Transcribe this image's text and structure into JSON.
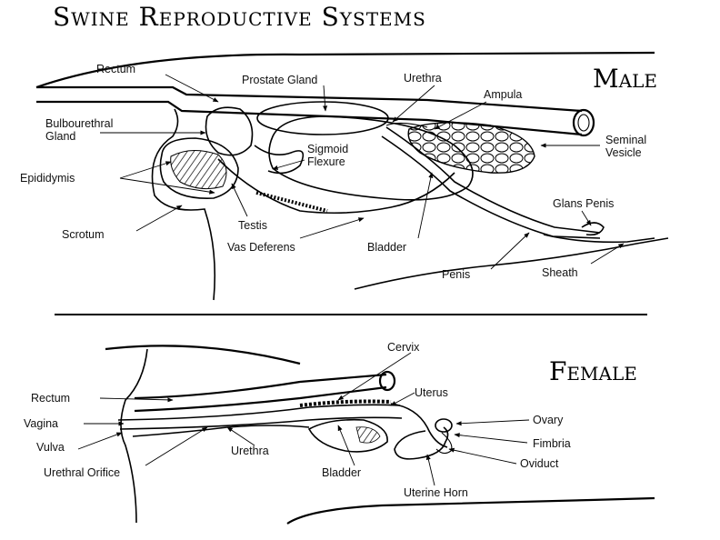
{
  "title": "Swine Reproductive Systems",
  "male": {
    "heading": "Male",
    "labels": {
      "rectum": "Rectum",
      "prostate": "Prostate Gland",
      "urethra": "Urethra",
      "ampula": "Ampula",
      "bulbourethral_1": "Bulbourethral",
      "bulbourethral_2": "Gland",
      "sigmoid_1": "Sigmoid",
      "sigmoid_2": "Flexure",
      "seminal_1": "Seminal",
      "seminal_2": "Vesicle",
      "epididymis": "Epididymis",
      "glans": "Glans Penis",
      "testis": "Testis",
      "scrotum": "Scrotum",
      "vas": "Vas Deferens",
      "bladder": "Bladder",
      "penis": "Penis",
      "sheath": "Sheath"
    }
  },
  "female": {
    "heading": "Female",
    "labels": {
      "cervix": "Cervix",
      "rectum": "Rectum",
      "uterus": "Uterus",
      "vagina": "Vagina",
      "ovary": "Ovary",
      "vulva": "Vulva",
      "fimbria": "Fimbria",
      "urethra": "Urethra",
      "oviduct": "Oviduct",
      "urethral_orifice": "Urethral Orifice",
      "bladder": "Bladder",
      "uterine_horn": "Uterine Horn"
    }
  }
}
